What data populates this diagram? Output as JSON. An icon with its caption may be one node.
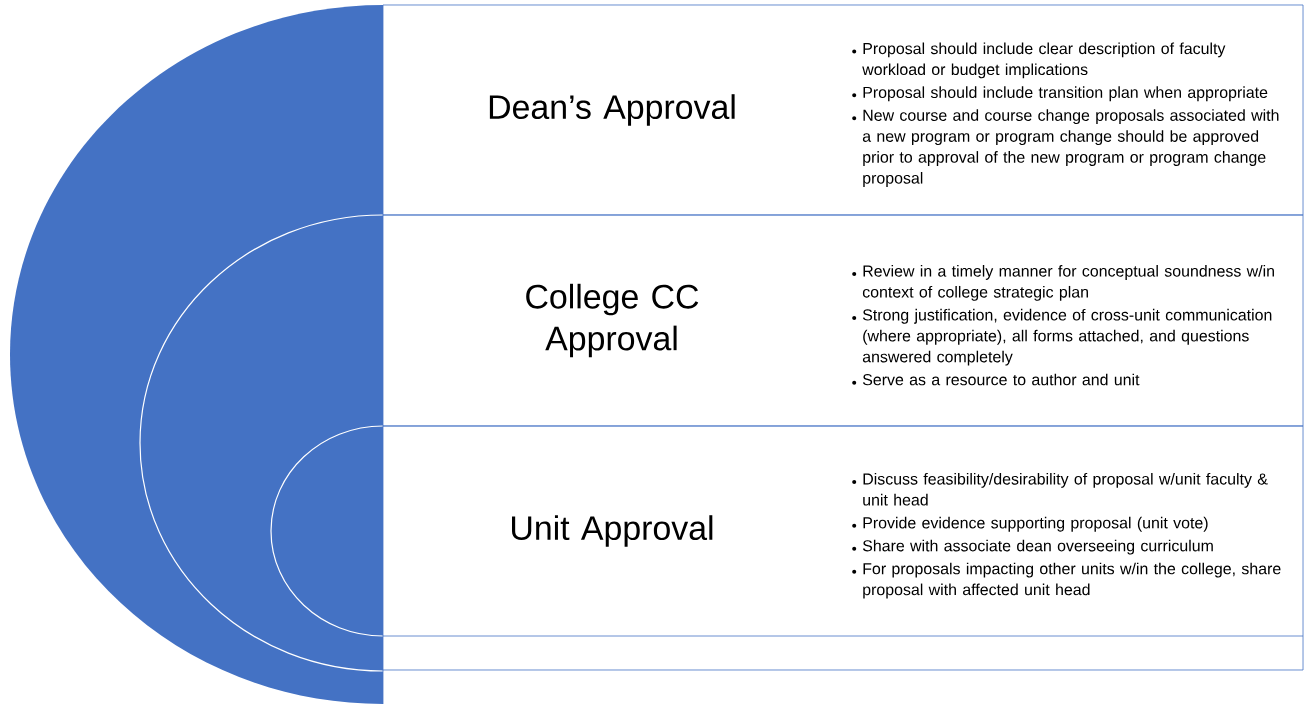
{
  "diagram": {
    "nodes": [
      {
        "text": [
          "Dean’s Approval",
          "Proposal should include clear description of faculty workload or budget implications",
          "Proposal should include transition plan when appropriate",
          "New course and course change proposals associated with a new program or program change should be approved prior to approval of the new program or program change proposal"
        ]
      },
      {
        "text": [
          "College CC Approval",
          "Review in a timely manner for conceptual soundness w/in context of college strategic plan",
          "Strong justification, evidence of cross-unit communication (where appropriate), all forms attached, and questions answered completely",
          "Serve as a resource to author and unit"
        ]
      },
      {
        "text": [
          "Unit Approval",
          "Discuss feasibility/desirability of proposal w/unit faculty & unit head",
          "Provide evidence supporting proposal (unit vote)",
          "Share with associate dean overseeing curriculum",
          "For proposals impacting other units w/in the college, share proposal with affected unit head"
        ]
      }
    ]
  }
}
